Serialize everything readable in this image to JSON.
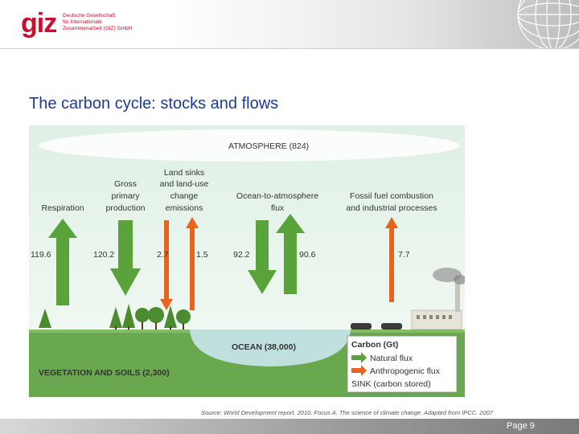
{
  "logo": {
    "mark": "giz",
    "line1": "Deutsche Gesellschaft",
    "line2": "für Internationale",
    "line3": "Zusammenarbeit (GIZ) GmbH"
  },
  "title": "The carbon cycle: stocks and flows",
  "diagram": {
    "atmosphere": "ATMOSPHERE (824)",
    "flows": {
      "respiration": {
        "label": "Respiration",
        "value": "119.6"
      },
      "gross_primary": {
        "label_lines": [
          "Gross",
          "primary",
          "production"
        ],
        "value": "120.2"
      },
      "land_sinks": {
        "label_lines": [
          "Land sinks",
          "and land-use",
          "change",
          "emissions"
        ],
        "value_sink": "2.7",
        "value_emission": "1.5"
      },
      "ocean_atmosphere": {
        "label_lines": [
          "Ocean-to-atmosphere",
          "flux"
        ],
        "value_down": "92.2",
        "value_up": "90.6"
      },
      "fossil": {
        "label_lines": [
          "Fossil fuel combustion",
          "and industrial processes"
        ],
        "value": "7.7"
      }
    },
    "ocean": "OCEAN (38,000)",
    "vegetation": "VEGETATION AND SOILS (2,300)",
    "legend": {
      "title": "Carbon (Gt)",
      "natural": "Natural flux",
      "anthropogenic": "Anthropogenic flux",
      "sink": "SINK (carbon stored)"
    }
  },
  "source": "Source: World Development report. 2010. Focus A: The science of climate change. Adapted from IPCC. 2007",
  "page": "Page 9",
  "colors": {
    "natural_flux": "#5aa33a",
    "anthropogenic_flux": "#e8641e",
    "ocean": "#bfe0dc",
    "ground": "#6aa84f",
    "title": "#1f3a93",
    "logo": "#c8102e"
  }
}
